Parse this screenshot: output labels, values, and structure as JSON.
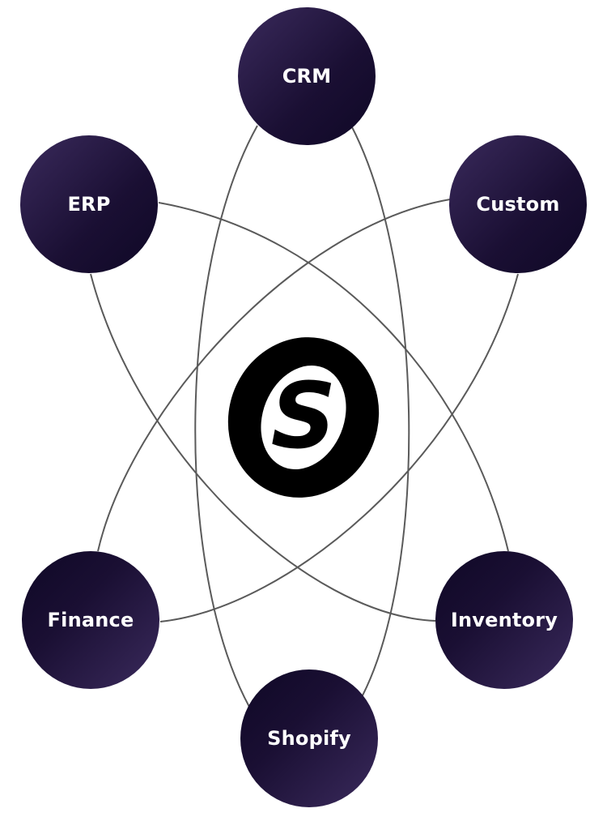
{
  "nodes": {
    "crm": "CRM",
    "erp": "ERP",
    "custom": "Custom",
    "finance": "Finance",
    "inventory": "Inventory",
    "shopify": "Shopify"
  },
  "logo": {
    "letter": "S"
  },
  "colors": {
    "node_dark": "#120a2b",
    "node_light": "#3a2a5c",
    "line": "#555555",
    "logo": "#000000"
  }
}
